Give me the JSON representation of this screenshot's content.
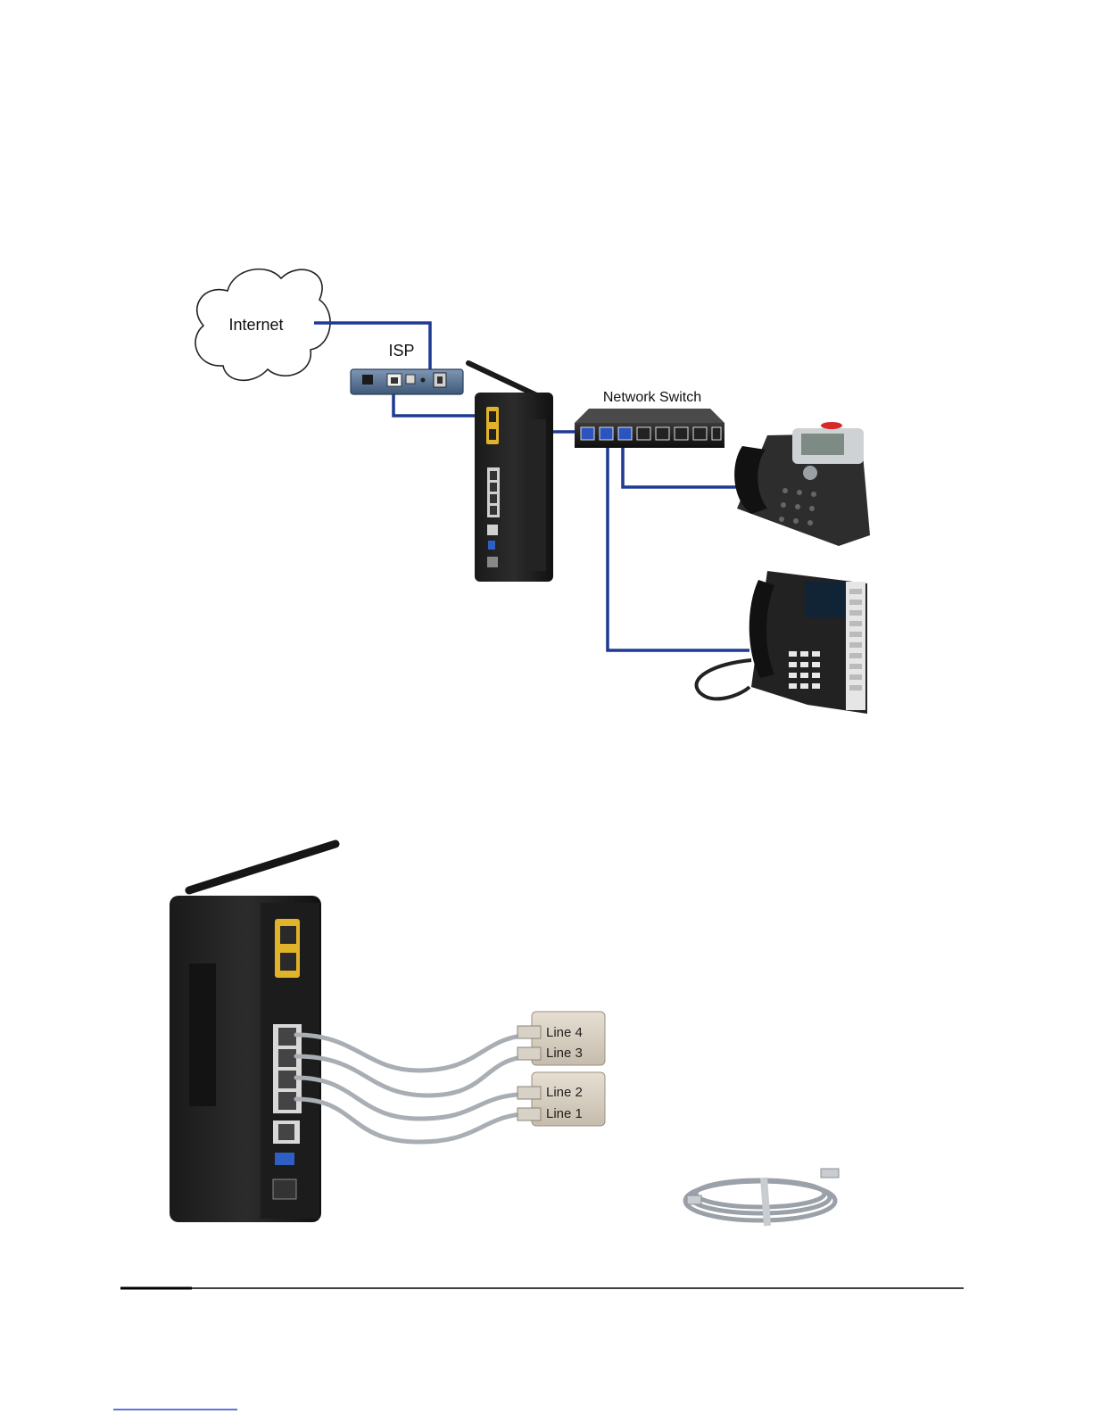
{
  "top_diagram": {
    "cloud_label": "Internet",
    "isp_label": "ISP",
    "switch_label": "Network Switch",
    "cable_color": "#1f3a93"
  },
  "bottom_diagram": {
    "splitter_a": {
      "line_top": "Line 4",
      "line_bottom": "Line 3"
    },
    "splitter_b": {
      "line_top": "Line 2",
      "line_bottom": "Line 1"
    },
    "phone_cable_color": "#a9aeb4"
  },
  "footer": {
    "link_text": ""
  }
}
